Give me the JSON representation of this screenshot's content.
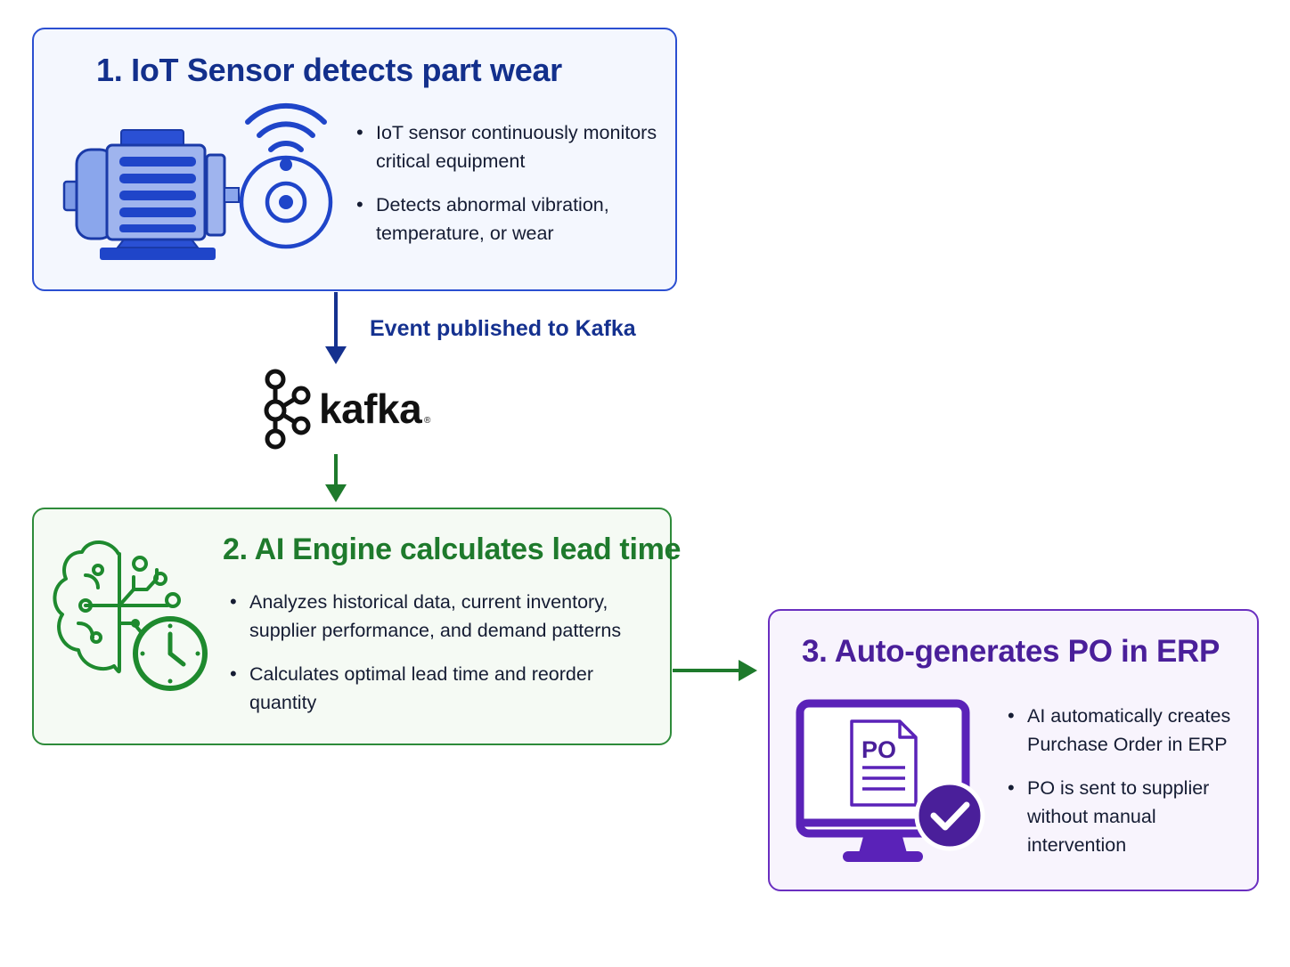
{
  "steps": [
    {
      "title": "1. IoT Sensor detects part wear",
      "bullets": [
        "IoT sensor continuously monitors critical equipment",
        "Detects abnormal vibration, temperature, or wear"
      ],
      "color": "#2b4fd1",
      "icons": [
        "motor-icon",
        "wireless-sensor-icon"
      ]
    },
    {
      "title": "2. AI Engine calculates lead time",
      "bullets": [
        "Analyzes historical data, current inventory, supplier performance, and demand patterns",
        "Calculates optimal lead time and reorder quantity"
      ],
      "color": "#2e8b3a",
      "icons": [
        "brain-circuit-icon",
        "clock-icon"
      ]
    },
    {
      "title": "3. Auto-generates PO in ERP",
      "bullets": [
        "AI automatically creates Purchase Order in ERP",
        "PO is sent to supplier without manual intervention"
      ],
      "color": "#6a2fc0",
      "icons": [
        "monitor-icon",
        "document-icon",
        "checkmark-icon"
      ],
      "document_label": "PO"
    }
  ],
  "edges": {
    "step1_to_kafka": "Event published to Kafka"
  },
  "kafka": {
    "wordmark": "kafka",
    "reg": "®",
    "icon": "kafka-logo-icon"
  }
}
